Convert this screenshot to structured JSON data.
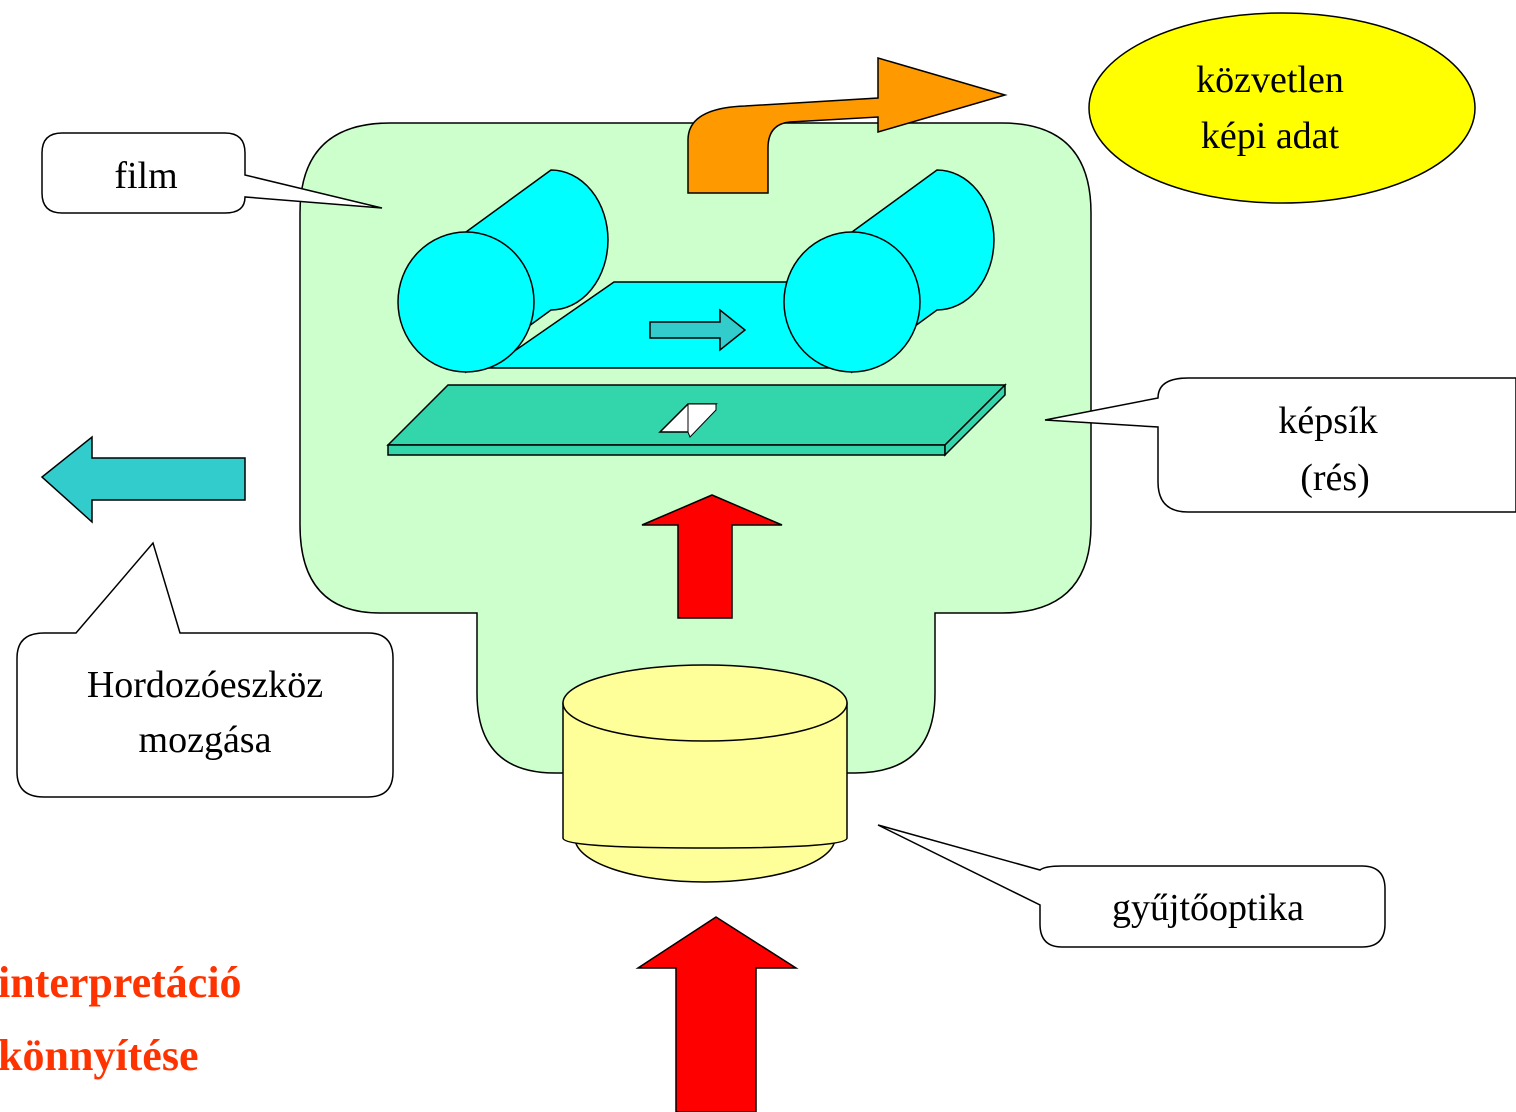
{
  "labels": {
    "film": "film",
    "output_line1": "közvetlen",
    "output_line2": "képi adat",
    "plane_line1": "képsík",
    "plane_line2": "(rés)",
    "carrier_line1": "Hordozóeszköz",
    "carrier_line2": "mozgása",
    "optics": "gyűjtőoptika",
    "note_line1": "interpretáció",
    "note_line2": "könnyítése"
  },
  "colors": {
    "housing": "#ccffcc",
    "roller": "#00ffff",
    "film_band": "#00e5ee",
    "film_arrow": "#33cccc",
    "plane": "#33d6aa",
    "output_arrow": "#ff9900",
    "output_ellipse": "#ffff00",
    "light_arrow": "#ff0000",
    "optics": "#ffff99",
    "motion_arrow": "#33cccc",
    "note_text": "#ff3300"
  }
}
